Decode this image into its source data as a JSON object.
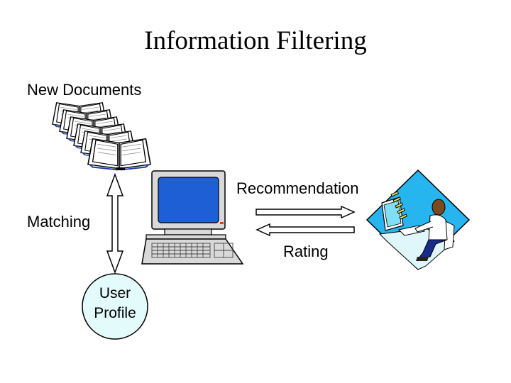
{
  "title": "Information Filtering",
  "labels": {
    "new_documents": "New Documents",
    "matching": "Matching",
    "recommendation": "Recommendation",
    "rating": "Rating"
  },
  "user_profile": {
    "line1": "User",
    "line2": "Profile"
  },
  "icons": {
    "documents": "open-book-stack-icon",
    "computer": "desktop-computer-icon",
    "user": "person-at-computer-icon"
  },
  "colors": {
    "screen": "#1f5fd6",
    "profile_fill": "#e4fbfb",
    "diamond_fill": "#27b5f0",
    "computer_body": "#d9d9d9",
    "book_fill": "#ffffff"
  }
}
